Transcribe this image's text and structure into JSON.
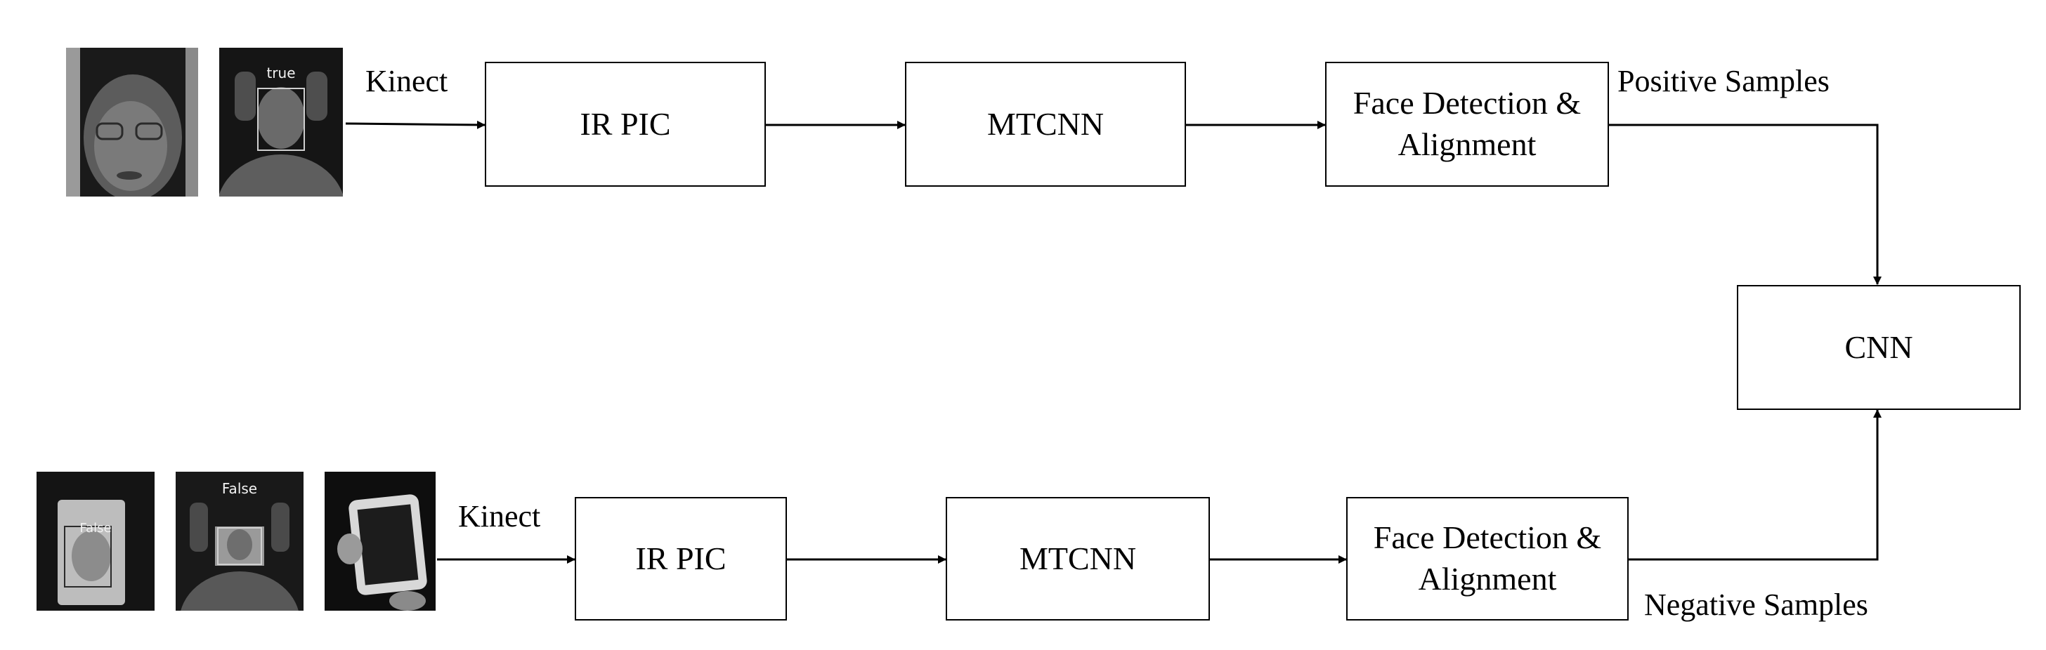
{
  "top_row": {
    "source_label": "Kinect",
    "ir_pic": "IR PIC",
    "mtcnn": "MTCNN",
    "face_detection": "Face Detection &\nAlignment",
    "output_label": "Positive Samples",
    "thumbnail_tags": [
      "true"
    ]
  },
  "bottom_row": {
    "source_label": "Kinect",
    "ir_pic": "IR PIC",
    "mtcnn": "MTCNN",
    "face_detection": "Face Detection &\nAlignment",
    "output_label": "Negative Samples",
    "thumbnail_tags": [
      "False",
      "False"
    ]
  },
  "classifier": "CNN"
}
